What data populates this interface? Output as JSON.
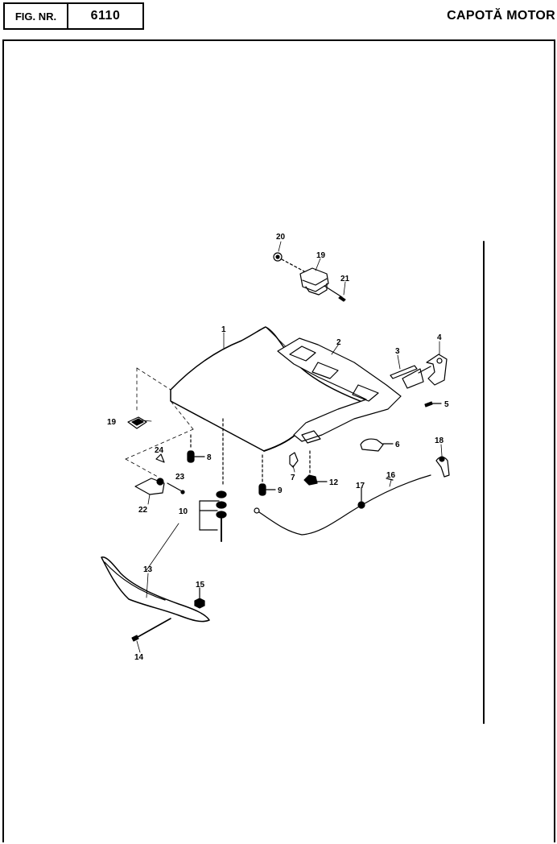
{
  "header": {
    "fig_label": "FIG. NR.",
    "fig_number": "6110",
    "title": "CAPOTĂ MOTOR"
  },
  "callouts": [
    {
      "id": "c1",
      "text": "1"
    },
    {
      "id": "c2",
      "text": "2"
    },
    {
      "id": "c3",
      "text": "3"
    },
    {
      "id": "c4",
      "text": "4"
    },
    {
      "id": "c5",
      "text": "5"
    },
    {
      "id": "c6",
      "text": "6"
    },
    {
      "id": "c7",
      "text": "7"
    },
    {
      "id": "c8",
      "text": "8"
    },
    {
      "id": "c9",
      "text": "9"
    },
    {
      "id": "c10",
      "text": "10"
    },
    {
      "id": "c12",
      "text": "12"
    },
    {
      "id": "c13",
      "text": "13"
    },
    {
      "id": "c14",
      "text": "14"
    },
    {
      "id": "c15",
      "text": "15"
    },
    {
      "id": "c16",
      "text": "16"
    },
    {
      "id": "c17",
      "text": "17"
    },
    {
      "id": "c18",
      "text": "18"
    },
    {
      "id": "c19a",
      "text": "19"
    },
    {
      "id": "c19b",
      "text": "19"
    },
    {
      "id": "c20",
      "text": "20"
    },
    {
      "id": "c21",
      "text": "21"
    },
    {
      "id": "c22",
      "text": "22"
    },
    {
      "id": "c23",
      "text": "23"
    },
    {
      "id": "c24",
      "text": "24"
    }
  ]
}
